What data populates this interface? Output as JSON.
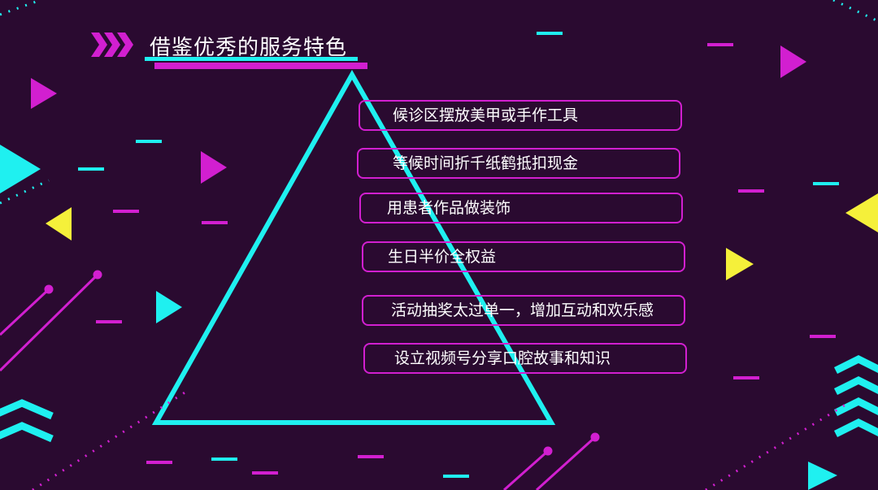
{
  "slide": {
    "title": "借鉴优秀的服务特色",
    "items": [
      {
        "label": "候诊区摆放美甲或手作工具"
      },
      {
        "label": "等候时间折千纸鹤抵扣现金"
      },
      {
        "label": "用患者作品做装饰"
      },
      {
        "label": "生日半价全权益"
      },
      {
        "label": "活动抽奖太过单一，增加互动和欢乐感"
      },
      {
        "label": "设立视频号分享口腔故事和知识"
      }
    ]
  },
  "colors": {
    "background": "#2a0a30",
    "cyan": "#1ff0f0",
    "magenta": "#d21fd0",
    "yellow": "#f5f03a",
    "text": "#ffffff"
  }
}
